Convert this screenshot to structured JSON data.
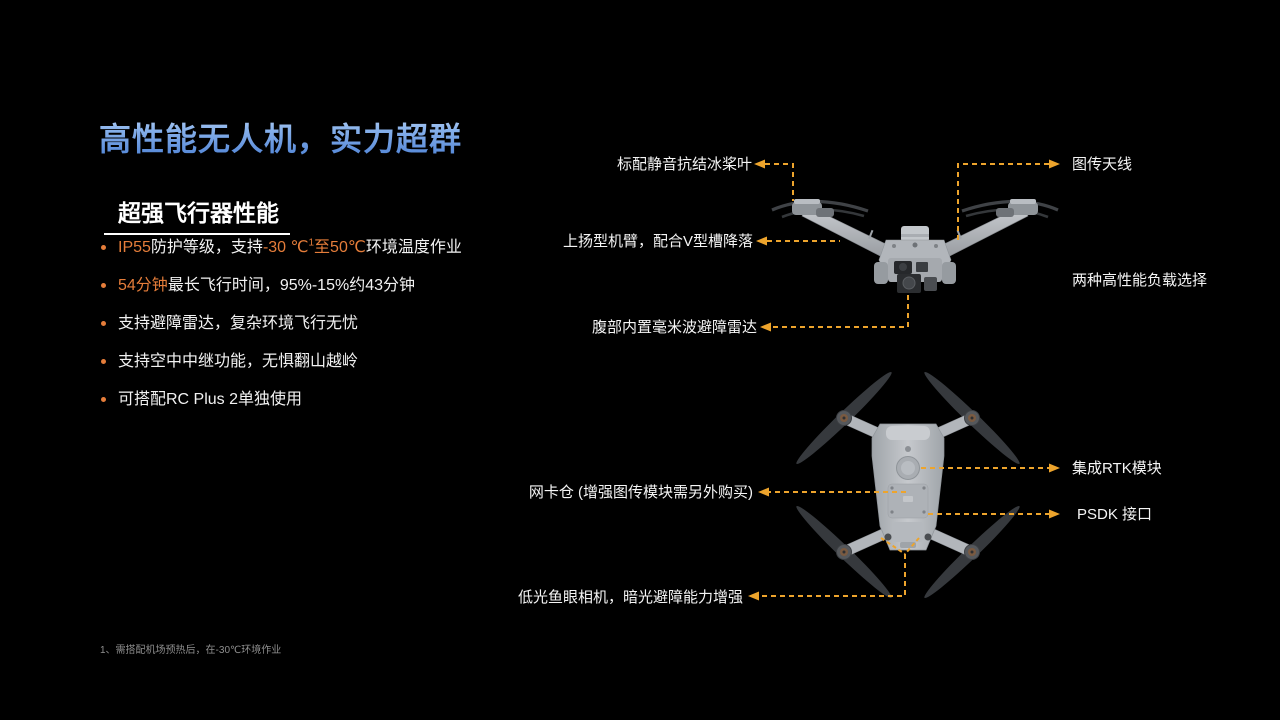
{
  "slide_title": "高性能无人机，实力超群",
  "section_heading": "超强飞行器性能",
  "bullets": [
    {
      "seg_a": "IP55",
      "seg_b": "防护等级，支持",
      "seg_c": "-30 ℃",
      "seg_sup": "1",
      "seg_d": "至50℃",
      "seg_e": "环境温度作业"
    },
    {
      "seg_a": "54分钟",
      "seg_b": "最长飞行时间，95%-15%约43分钟"
    },
    {
      "text": "支持避障雷达，复杂环境飞行无忧"
    },
    {
      "text": "支持空中中继功能，无惧翻山越岭"
    },
    {
      "text": "可搭配RC Plus 2单独使用"
    }
  ],
  "callouts": {
    "propeller": "标配静音抗结冰桨叶",
    "antenna": "图传天线",
    "arm": "上扬型机臂，配合V型槽降落",
    "payload": "两种高性能负载选择",
    "radar": "腹部内置毫米波避障雷达",
    "rtk": "集成RTK模块",
    "sim_bay": "网卡仓 (增强图传模块需另外购买)",
    "psdk": "PSDK 接口",
    "fisheye": "低光鱼眼相机，暗光避障能力增强"
  },
  "footnote": "1、需搭配机场预热后，在-30℃环境作业",
  "colors": {
    "title_blue": "#4c80d4",
    "highlight_orange": "#e57d3a",
    "callout_gold": "#eda42c",
    "background": "#000000"
  }
}
